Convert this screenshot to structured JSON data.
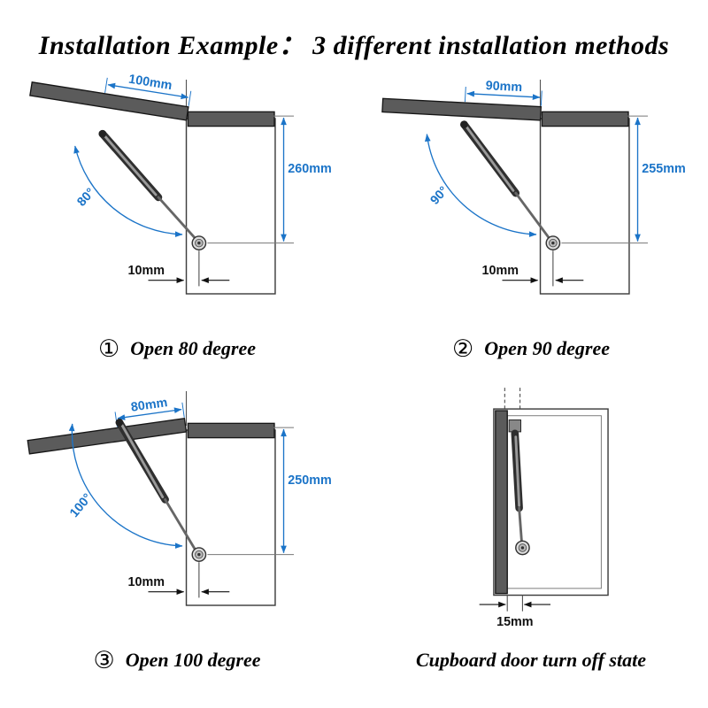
{
  "title": "Installation Example：  3 different installation methods",
  "colors": {
    "dimension_blue": "#1b74c8",
    "panel_gray": "#5b5b5b",
    "outline_dark": "#3d3d3d"
  },
  "diagrams": [
    {
      "number": "①",
      "caption": "Open 80 degree",
      "door_dim": "100mm",
      "height_dim": "260mm",
      "offset_dim": "10mm",
      "angle": "80°"
    },
    {
      "number": "②",
      "caption": "Open 90 degree",
      "door_dim": "90mm",
      "height_dim": "255mm",
      "offset_dim": "10mm",
      "angle": "90°"
    },
    {
      "number": "③",
      "caption": "Open 100 degree",
      "door_dim": "80mm",
      "height_dim": "250mm",
      "offset_dim": "10mm",
      "angle": "100°"
    }
  ],
  "closed_diagram": {
    "caption": "Cupboard door turn off state",
    "offset_dim": "15mm"
  }
}
